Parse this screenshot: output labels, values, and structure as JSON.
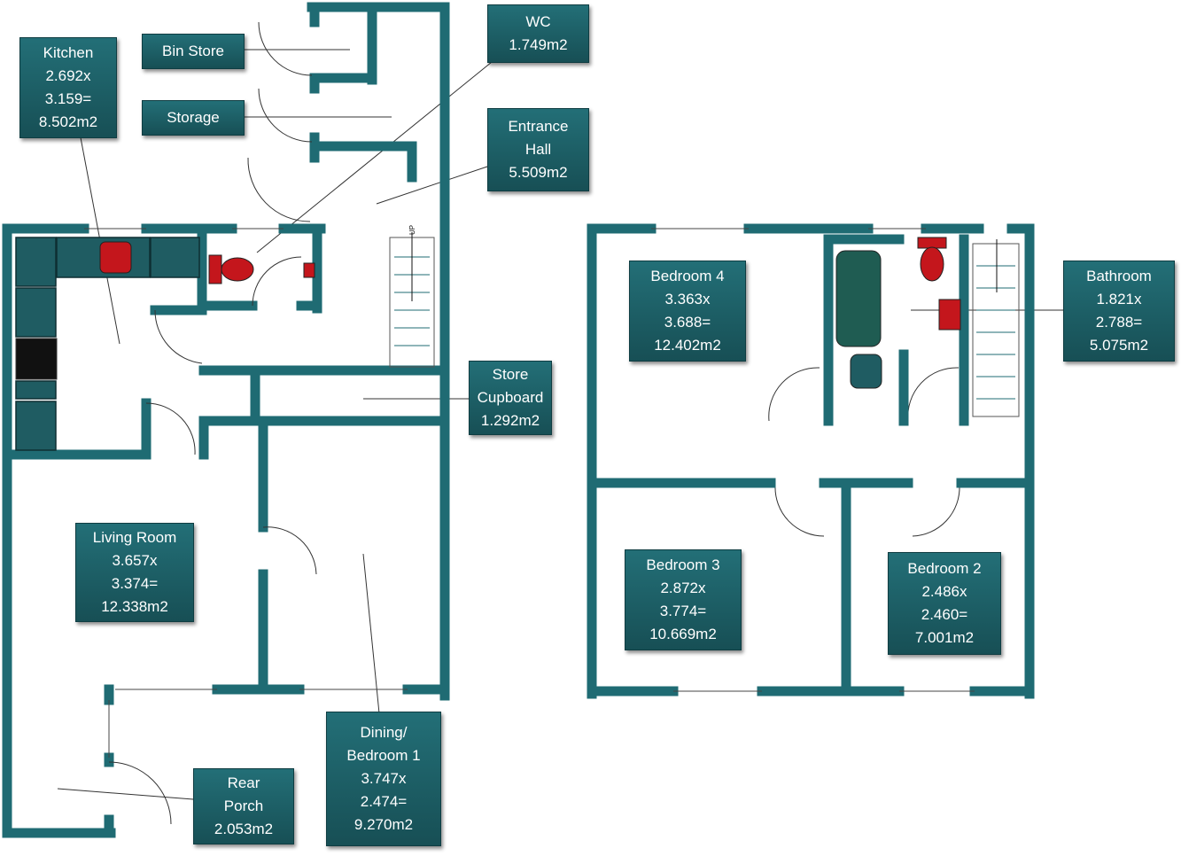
{
  "colors": {
    "wall": "#1f6b73",
    "label_bg": "#1d5f66",
    "label_text": "#ffffff",
    "fixture": "#c4161c"
  },
  "stairs": {
    "ground_label": "UP"
  },
  "labels": {
    "kitchen": [
      "Kitchen",
      "2.692x",
      "3.159=",
      "8.502m2"
    ],
    "bin_store": [
      "Bin Store"
    ],
    "storage": [
      "Storage"
    ],
    "wc": [
      "WC",
      "1.749m2"
    ],
    "entrance_hall": [
      "Entrance",
      "Hall",
      "5.509m2"
    ],
    "store_cupboard": [
      "Store",
      "Cupboard",
      "1.292m2"
    ],
    "living_room": [
      "Living Room",
      "3.657x",
      "3.374=",
      "12.338m2"
    ],
    "dining": [
      "Dining/",
      "Bedroom 1",
      "3.747x",
      "2.474=",
      "9.270m2"
    ],
    "rear_porch": [
      "Rear",
      "Porch",
      "2.053m2"
    ],
    "bedroom4": [
      "Bedroom 4",
      "3.363x",
      "3.688=",
      "12.402m2"
    ],
    "bathroom": [
      "Bathroom",
      "1.821x",
      "2.788=",
      "5.075m2"
    ],
    "bedroom3": [
      "Bedroom 3",
      "2.872x",
      "3.774=",
      "10.669m2"
    ],
    "bedroom2": [
      "Bedroom 2",
      "2.486x",
      "2.460=",
      "7.001m2"
    ]
  }
}
